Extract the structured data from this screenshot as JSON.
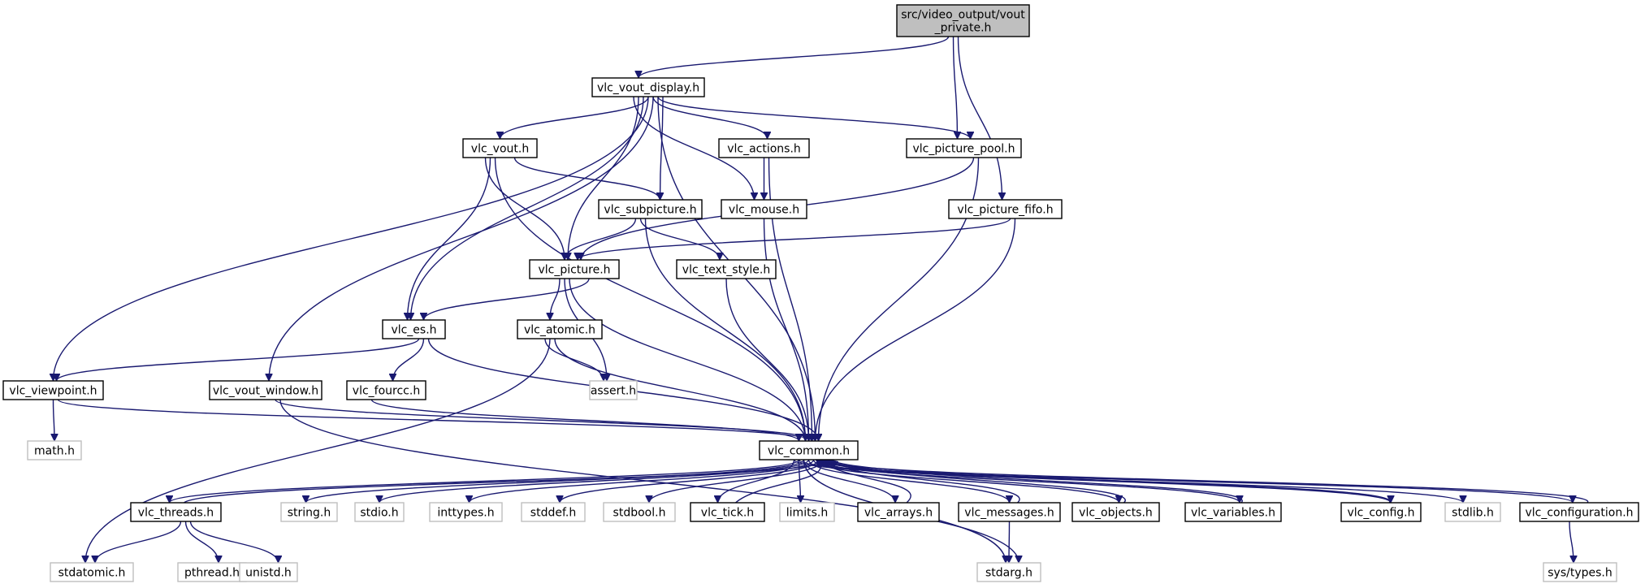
{
  "diagram": {
    "type": "include-dependency-graph",
    "colors": {
      "edge": "#191970",
      "node_border": "#000000",
      "system_border": "#bfbfbf",
      "root_fill": "#bfbfbf"
    },
    "nodes": [
      {
        "id": "vout_private",
        "lines": [
          "src/video_output/vout",
          "_private.h"
        ],
        "kind": "root"
      },
      {
        "id": "vlc_vout_display",
        "lines": [
          "vlc_vout_display.h"
        ],
        "kind": "header"
      },
      {
        "id": "vlc_vout",
        "lines": [
          "vlc_vout.h"
        ],
        "kind": "header"
      },
      {
        "id": "vlc_actions",
        "lines": [
          "vlc_actions.h"
        ],
        "kind": "header"
      },
      {
        "id": "vlc_picture_pool",
        "lines": [
          "vlc_picture_pool.h"
        ],
        "kind": "header"
      },
      {
        "id": "vlc_subpicture",
        "lines": [
          "vlc_subpicture.h"
        ],
        "kind": "header"
      },
      {
        "id": "vlc_mouse",
        "lines": [
          "vlc_mouse.h"
        ],
        "kind": "header"
      },
      {
        "id": "vlc_picture_fifo",
        "lines": [
          "vlc_picture_fifo.h"
        ],
        "kind": "header"
      },
      {
        "id": "vlc_picture",
        "lines": [
          "vlc_picture.h"
        ],
        "kind": "header"
      },
      {
        "id": "vlc_text_style",
        "lines": [
          "vlc_text_style.h"
        ],
        "kind": "header"
      },
      {
        "id": "vlc_es",
        "lines": [
          "vlc_es.h"
        ],
        "kind": "header"
      },
      {
        "id": "vlc_atomic",
        "lines": [
          "vlc_atomic.h"
        ],
        "kind": "header"
      },
      {
        "id": "vlc_viewpoint",
        "lines": [
          "vlc_viewpoint.h"
        ],
        "kind": "header"
      },
      {
        "id": "vlc_vout_window",
        "lines": [
          "vlc_vout_window.h"
        ],
        "kind": "header"
      },
      {
        "id": "vlc_fourcc",
        "lines": [
          "vlc_fourcc.h"
        ],
        "kind": "header"
      },
      {
        "id": "assert",
        "lines": [
          "assert.h"
        ],
        "kind": "system"
      },
      {
        "id": "math",
        "lines": [
          "math.h"
        ],
        "kind": "system"
      },
      {
        "id": "vlc_common",
        "lines": [
          "vlc_common.h"
        ],
        "kind": "header"
      },
      {
        "id": "vlc_threads",
        "lines": [
          "vlc_threads.h"
        ],
        "kind": "header"
      },
      {
        "id": "string",
        "lines": [
          "string.h"
        ],
        "kind": "system"
      },
      {
        "id": "stdio",
        "lines": [
          "stdio.h"
        ],
        "kind": "system"
      },
      {
        "id": "inttypes",
        "lines": [
          "inttypes.h"
        ],
        "kind": "system"
      },
      {
        "id": "stddef",
        "lines": [
          "stddef.h"
        ],
        "kind": "system"
      },
      {
        "id": "stdbool",
        "lines": [
          "stdbool.h"
        ],
        "kind": "system"
      },
      {
        "id": "vlc_tick",
        "lines": [
          "vlc_tick.h"
        ],
        "kind": "header"
      },
      {
        "id": "limits",
        "lines": [
          "limits.h"
        ],
        "kind": "system"
      },
      {
        "id": "vlc_arrays",
        "lines": [
          "vlc_arrays.h"
        ],
        "kind": "header"
      },
      {
        "id": "vlc_messages",
        "lines": [
          "vlc_messages.h"
        ],
        "kind": "header"
      },
      {
        "id": "vlc_objects",
        "lines": [
          "vlc_objects.h"
        ],
        "kind": "header"
      },
      {
        "id": "vlc_variables",
        "lines": [
          "vlc_variables.h"
        ],
        "kind": "header"
      },
      {
        "id": "vlc_config",
        "lines": [
          "vlc_config.h"
        ],
        "kind": "header"
      },
      {
        "id": "stdlib",
        "lines": [
          "stdlib.h"
        ],
        "kind": "system"
      },
      {
        "id": "vlc_configuration",
        "lines": [
          "vlc_configuration.h"
        ],
        "kind": "header"
      },
      {
        "id": "stdatomic",
        "lines": [
          "stdatomic.h"
        ],
        "kind": "system"
      },
      {
        "id": "pthread",
        "lines": [
          "pthread.h"
        ],
        "kind": "system"
      },
      {
        "id": "unistd",
        "lines": [
          "unistd.h"
        ],
        "kind": "system"
      },
      {
        "id": "stdarg",
        "lines": [
          "stdarg.h"
        ],
        "kind": "system"
      },
      {
        "id": "sys_types",
        "lines": [
          "sys/types.h"
        ],
        "kind": "system"
      }
    ],
    "edges": [
      [
        "vout_private",
        "vlc_vout_display"
      ],
      [
        "vout_private",
        "vlc_picture_pool"
      ],
      [
        "vout_private",
        "vlc_picture_fifo"
      ],
      [
        "vlc_vout_display",
        "vlc_vout"
      ],
      [
        "vlc_vout_display",
        "vlc_actions"
      ],
      [
        "vlc_vout_display",
        "vlc_picture_pool"
      ],
      [
        "vlc_vout_display",
        "vlc_subpicture"
      ],
      [
        "vlc_vout_display",
        "vlc_mouse"
      ],
      [
        "vlc_vout_display",
        "vlc_picture"
      ],
      [
        "vlc_vout_display",
        "vlc_es"
      ],
      [
        "vlc_vout_display",
        "vlc_viewpoint"
      ],
      [
        "vlc_vout_display",
        "vlc_vout_window"
      ],
      [
        "vlc_vout_display",
        "vlc_common"
      ],
      [
        "vlc_vout",
        "vlc_subpicture"
      ],
      [
        "vlc_vout",
        "vlc_picture"
      ],
      [
        "vlc_vout",
        "vlc_es"
      ],
      [
        "vlc_vout",
        "vlc_common"
      ],
      [
        "vlc_actions",
        "vlc_mouse"
      ],
      [
        "vlc_actions",
        "vlc_common"
      ],
      [
        "vlc_picture_pool",
        "vlc_picture"
      ],
      [
        "vlc_picture_pool",
        "vlc_common"
      ],
      [
        "vlc_subpicture",
        "vlc_picture"
      ],
      [
        "vlc_subpicture",
        "vlc_text_style"
      ],
      [
        "vlc_subpicture",
        "vlc_common"
      ],
      [
        "vlc_mouse",
        "vlc_common"
      ],
      [
        "vlc_picture_fifo",
        "vlc_picture"
      ],
      [
        "vlc_picture_fifo",
        "vlc_common"
      ],
      [
        "vlc_picture",
        "vlc_es"
      ],
      [
        "vlc_picture",
        "vlc_atomic"
      ],
      [
        "vlc_picture",
        "assert"
      ],
      [
        "vlc_picture",
        "vlc_common"
      ],
      [
        "vlc_text_style",
        "vlc_common"
      ],
      [
        "vlc_es",
        "vlc_viewpoint"
      ],
      [
        "vlc_es",
        "vlc_fourcc"
      ],
      [
        "vlc_es",
        "vlc_common"
      ],
      [
        "vlc_atomic",
        "assert"
      ],
      [
        "vlc_atomic",
        "stdatomic"
      ],
      [
        "vlc_atomic",
        "vlc_common"
      ],
      [
        "vlc_viewpoint",
        "math"
      ],
      [
        "vlc_viewpoint",
        "vlc_common"
      ],
      [
        "vlc_vout_window",
        "vlc_common"
      ],
      [
        "vlc_vout_window",
        "stdarg"
      ],
      [
        "vlc_fourcc",
        "vlc_common"
      ],
      [
        "vlc_common",
        "vlc_threads"
      ],
      [
        "vlc_common",
        "string"
      ],
      [
        "vlc_common",
        "stdio"
      ],
      [
        "vlc_common",
        "inttypes"
      ],
      [
        "vlc_common",
        "stddef"
      ],
      [
        "vlc_common",
        "stdbool"
      ],
      [
        "vlc_common",
        "vlc_tick"
      ],
      [
        "vlc_common",
        "limits"
      ],
      [
        "vlc_common",
        "vlc_arrays"
      ],
      [
        "vlc_common",
        "vlc_messages"
      ],
      [
        "vlc_common",
        "vlc_objects"
      ],
      [
        "vlc_common",
        "vlc_variables"
      ],
      [
        "vlc_common",
        "vlc_config"
      ],
      [
        "vlc_common",
        "stdlib"
      ],
      [
        "vlc_common",
        "vlc_configuration"
      ],
      [
        "vlc_common",
        "stdarg"
      ],
      [
        "vlc_threads",
        "vlc_common"
      ],
      [
        "vlc_threads",
        "stdatomic"
      ],
      [
        "vlc_threads",
        "pthread"
      ],
      [
        "vlc_threads",
        "unistd"
      ],
      [
        "vlc_tick",
        "vlc_common"
      ],
      [
        "vlc_arrays",
        "vlc_common"
      ],
      [
        "vlc_messages",
        "vlc_common"
      ],
      [
        "vlc_messages",
        "stdarg"
      ],
      [
        "vlc_objects",
        "vlc_common"
      ],
      [
        "vlc_variables",
        "vlc_common"
      ],
      [
        "vlc_config",
        "vlc_common"
      ],
      [
        "vlc_configuration",
        "vlc_common"
      ],
      [
        "vlc_configuration",
        "sys_types"
      ]
    ]
  }
}
